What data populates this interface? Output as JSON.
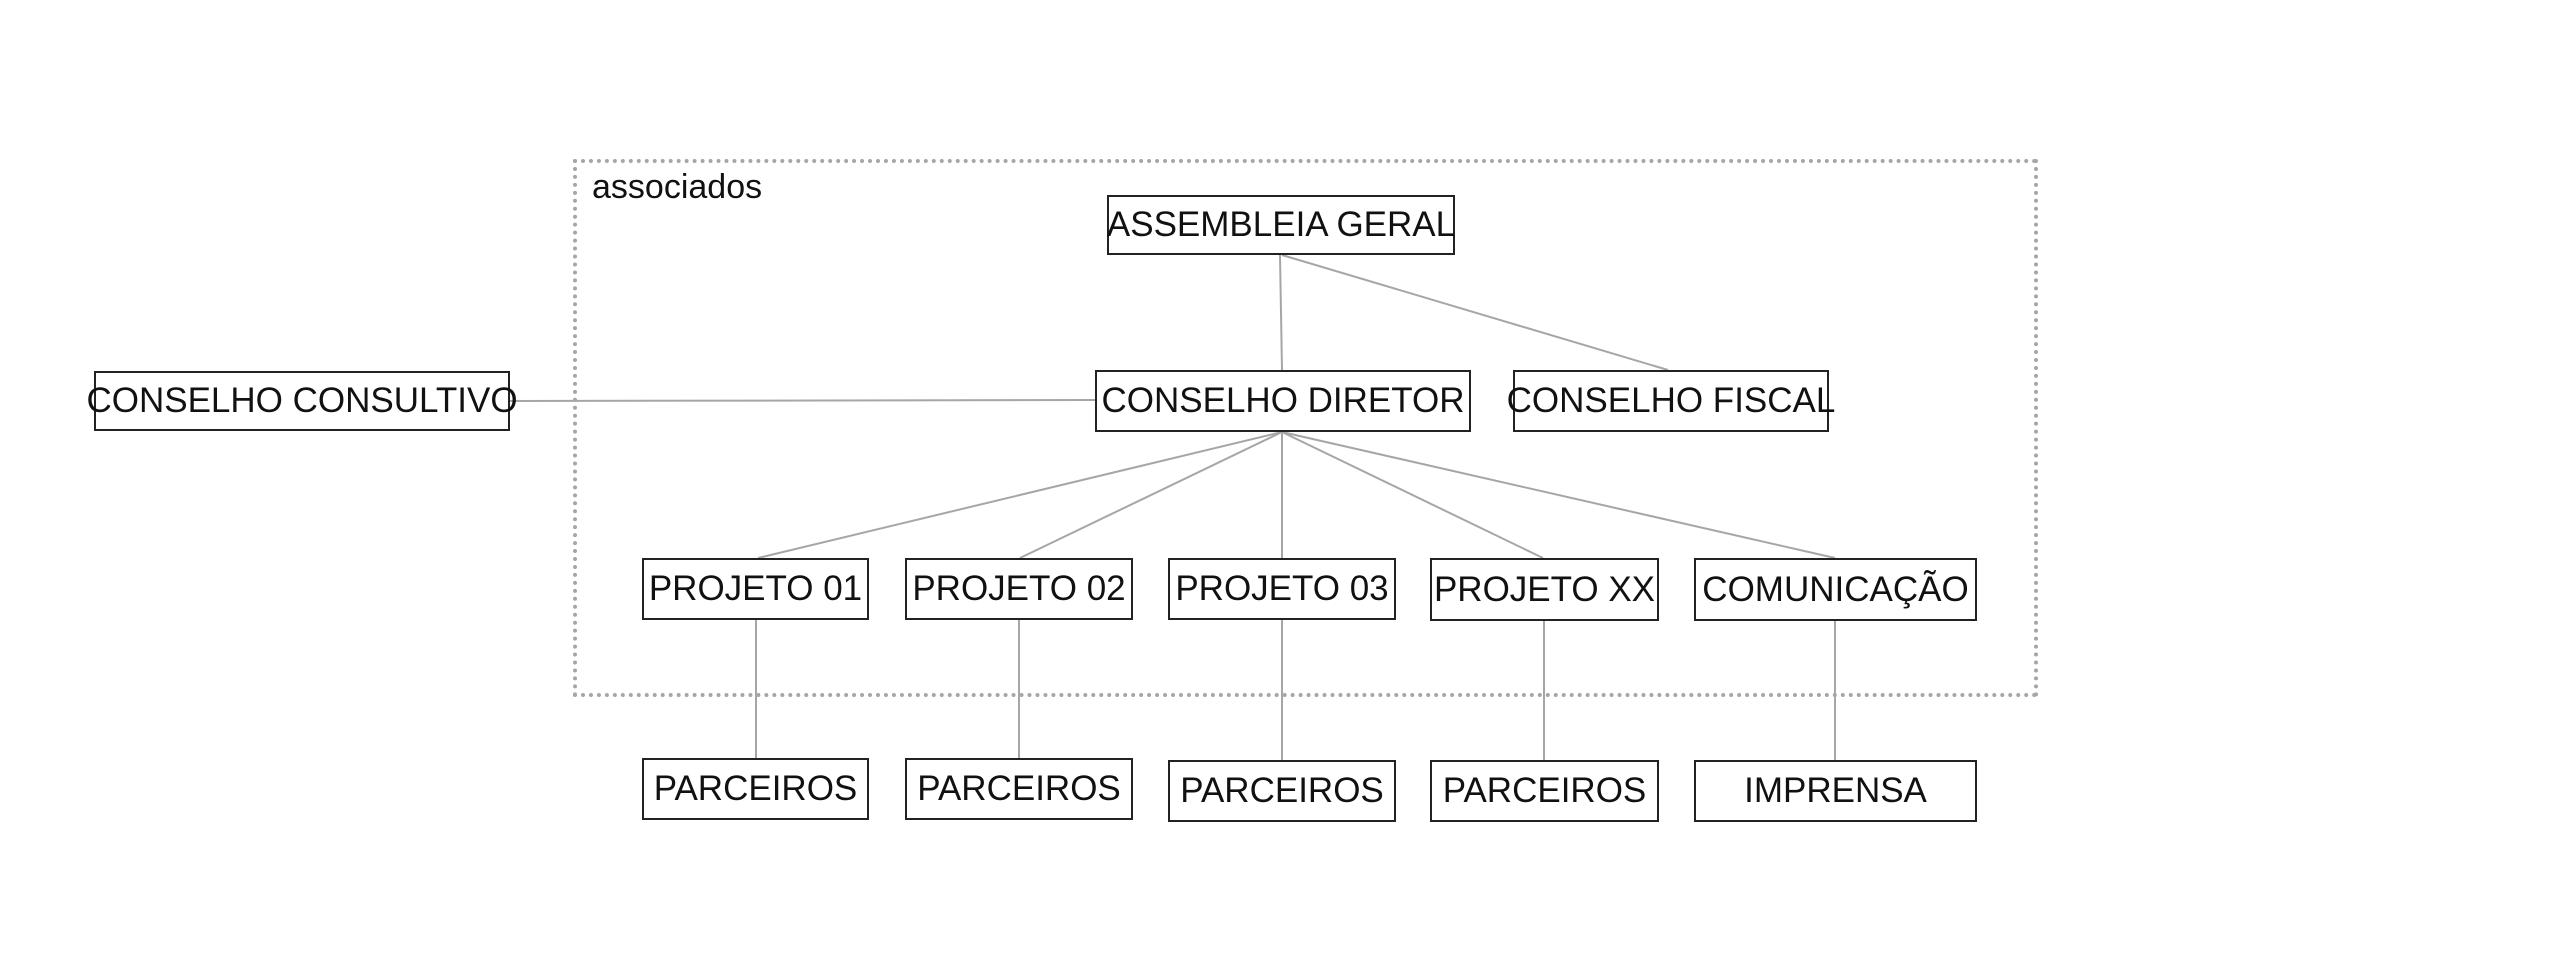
{
  "group": {
    "label": "associados"
  },
  "nodes": {
    "assembleia_geral": "ASSEMBLEIA GERAL",
    "conselho_consultivo": "CONSELHO CONSULTIVO",
    "conselho_diretor": "CONSELHO DIRETOR",
    "conselho_fiscal": "CONSELHO FISCAL",
    "projeto_01": "PROJETO 01",
    "projeto_02": "PROJETO 02",
    "projeto_03": "PROJETO 03",
    "projeto_xx": "PROJETO XX",
    "comunicacao": "COMUNICAÇÃO",
    "parceiros_01": "PARCEIROS",
    "parceiros_02": "PARCEIROS",
    "parceiros_03": "PARCEIROS",
    "parceiros_xx": "PARCEIROS",
    "imprensa": "IMPRENSA"
  },
  "edges": [
    [
      "assembleia_geral",
      "conselho_diretor"
    ],
    [
      "assembleia_geral",
      "conselho_fiscal"
    ],
    [
      "conselho_consultivo",
      "conselho_diretor"
    ],
    [
      "conselho_diretor",
      "projeto_01"
    ],
    [
      "conselho_diretor",
      "projeto_02"
    ],
    [
      "conselho_diretor",
      "projeto_03"
    ],
    [
      "conselho_diretor",
      "projeto_xx"
    ],
    [
      "conselho_diretor",
      "comunicacao"
    ],
    [
      "projeto_01",
      "parceiros_01"
    ],
    [
      "projeto_02",
      "parceiros_02"
    ],
    [
      "projeto_03",
      "parceiros_03"
    ],
    [
      "projeto_xx",
      "parceiros_xx"
    ],
    [
      "comunicacao",
      "imprensa"
    ]
  ]
}
